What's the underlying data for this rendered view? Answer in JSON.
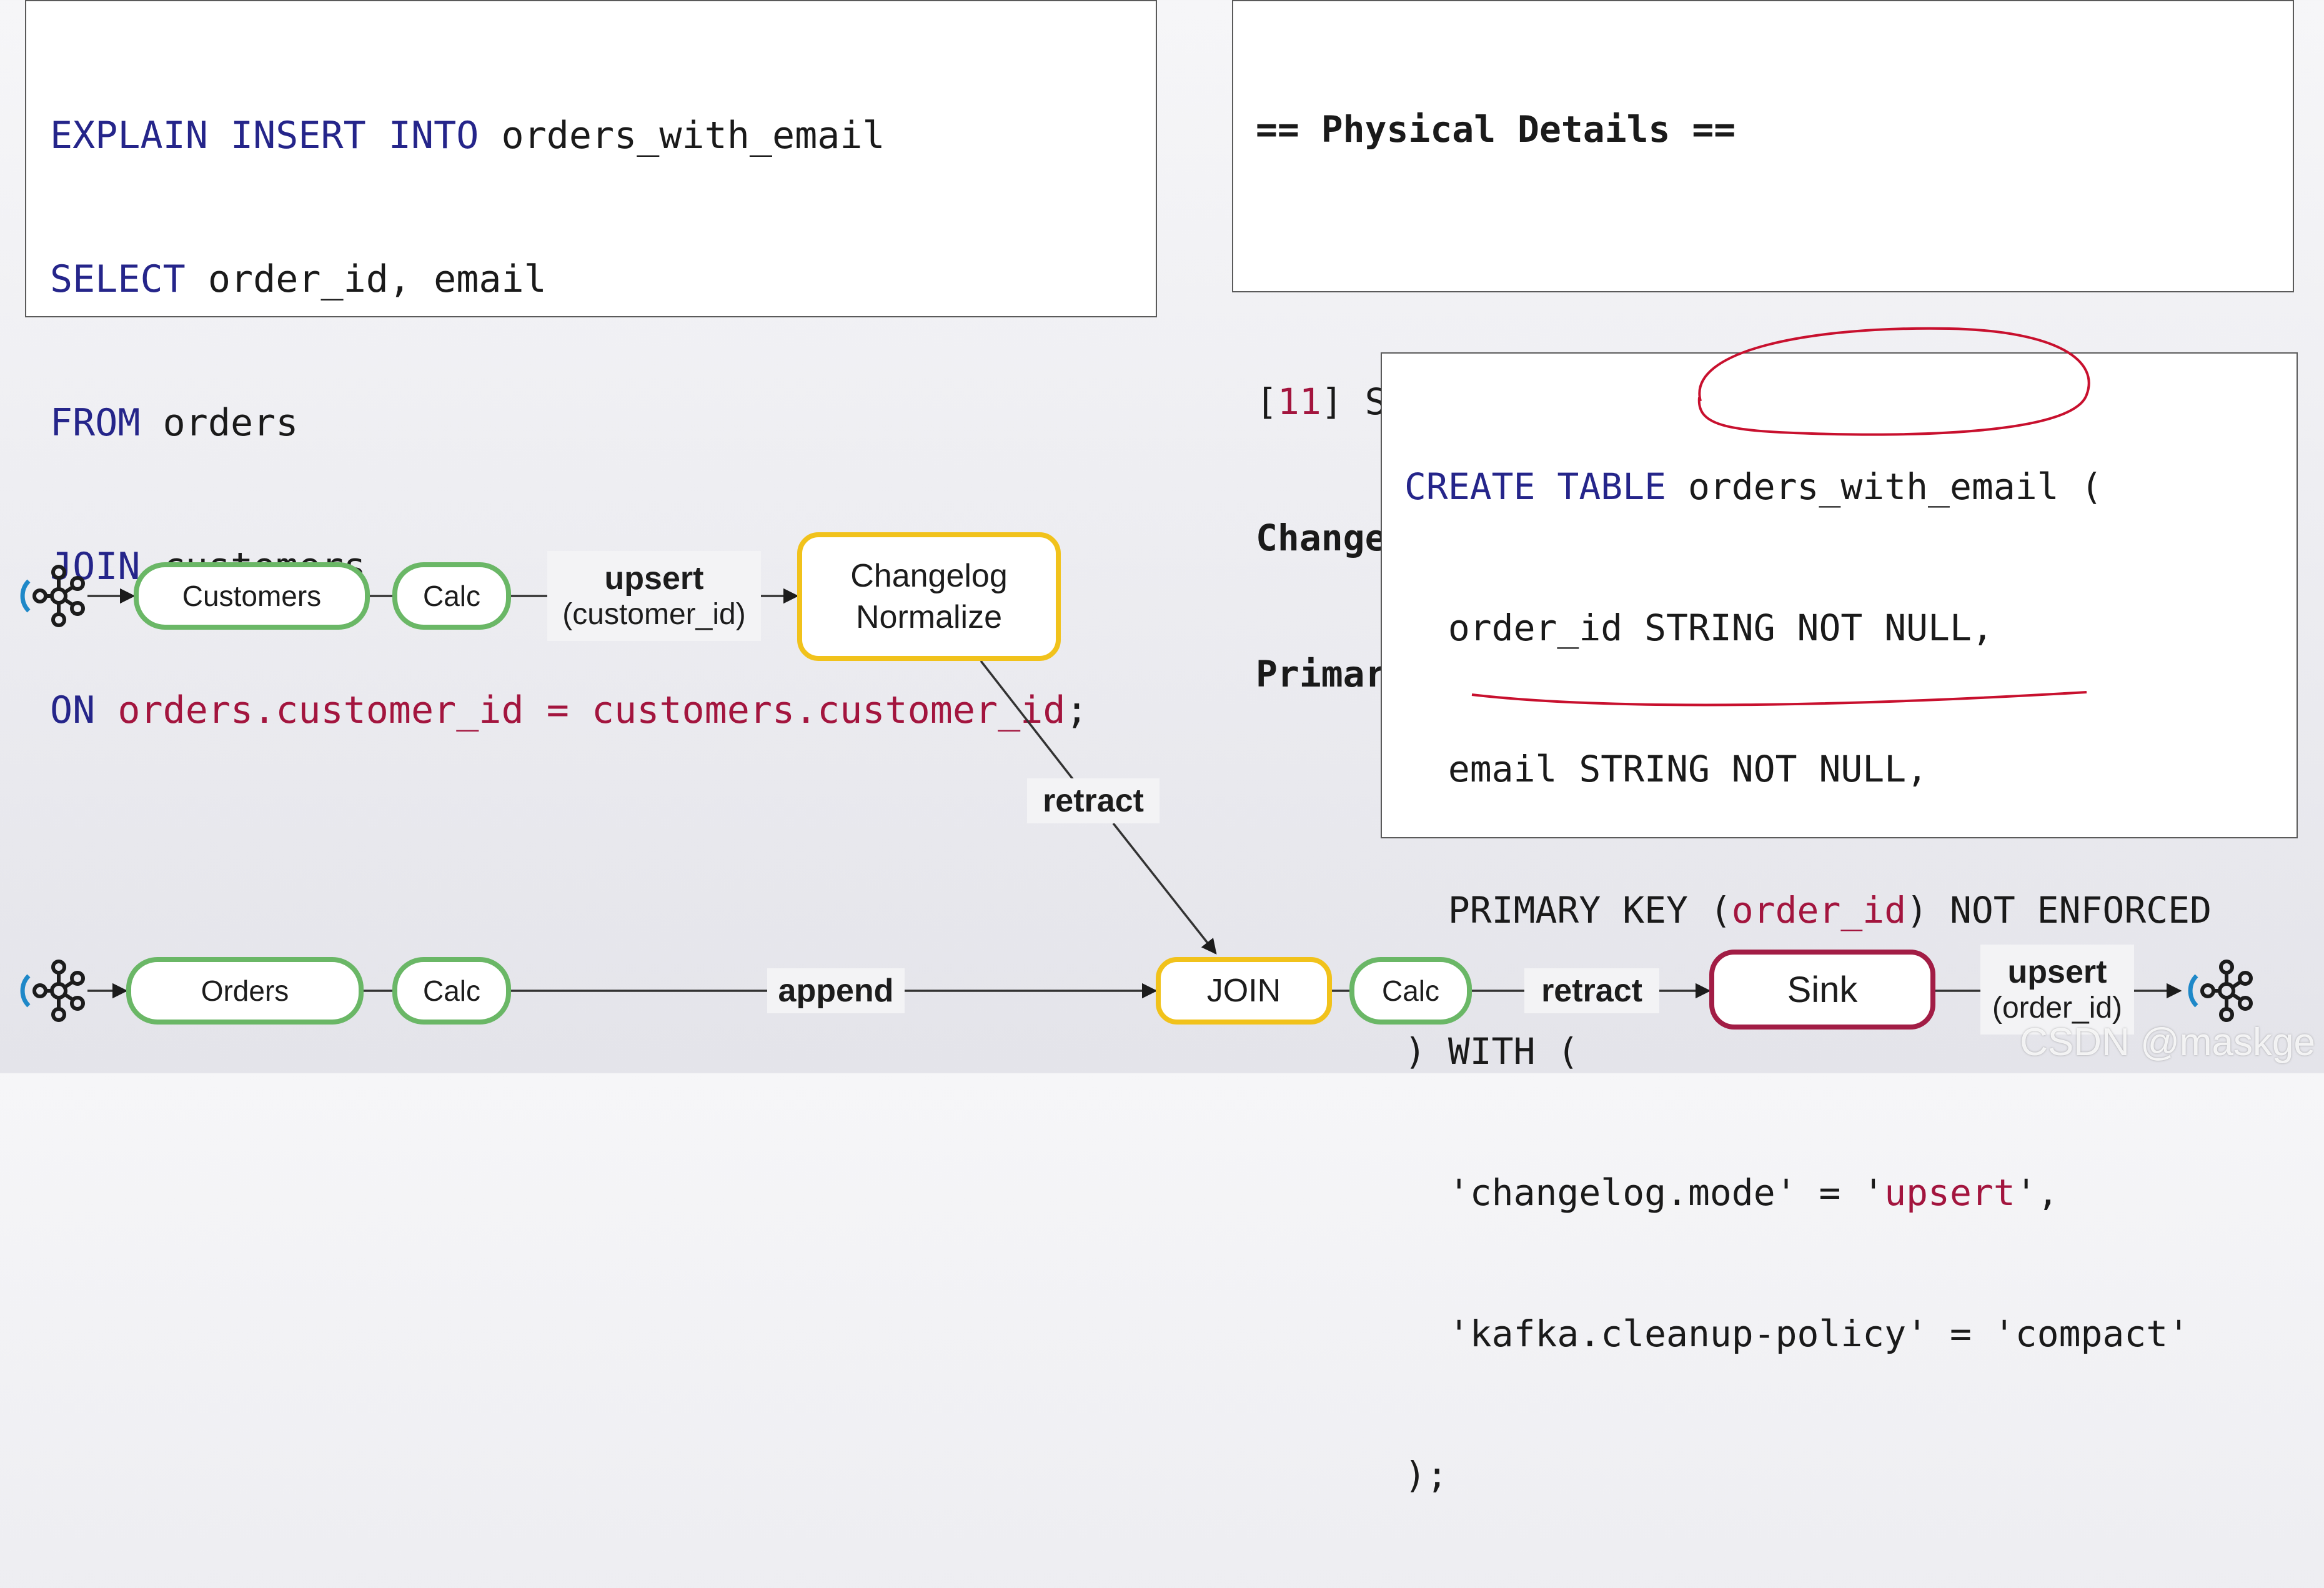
{
  "sql_query": {
    "line1": {
      "kw": "EXPLAIN INSERT INTO",
      "rest": " orders_with_email"
    },
    "line2": {
      "kw": "SELECT",
      "rest": " order_id, email"
    },
    "line3": {
      "kw": "FROM",
      "rest": " orders"
    },
    "line4": {
      "kw": "JOIN",
      "rest": " customers"
    },
    "line5": {
      "kw": "ON",
      "rest": " orders.customer_id = customers.customer_id",
      "end": ";"
    }
  },
  "physical_details": {
    "header": "== Physical Details ==",
    "sink_open": "[",
    "sink_num": "11",
    "sink_close": "] StreamSink",
    "changelog": "Changelog mode: upsert",
    "primary_key": "Primary key: (order_id)"
  },
  "create_table": {
    "l1_kw": "CREATE TABLE",
    "l1_name": " orders_with_email",
    "l1_end": " (",
    "l2": "  order_id STRING NOT NULL,",
    "l3": "  email STRING NOT NULL,",
    "l4_a": "  PRIMARY KEY (",
    "l4_b": "order_id",
    "l4_c": ") NOT ENFORCED",
    "l5": ") WITH (",
    "l6_a": "  'changelog.mode' = '",
    "l6_b": "upsert",
    "l6_c": "',",
    "l7": "  'kafka.cleanup-policy' = 'compact'",
    "l8": ");"
  },
  "diagram": {
    "customers": "Customers",
    "calc_top": "Calc",
    "upsert_top_bold": "upsert",
    "upsert_top_key": "(customer_id)",
    "changelog_normalize_1": "Changelog",
    "changelog_normalize_2": "Normalize",
    "retract_diag": "retract",
    "orders": "Orders",
    "calc_bottom_left": "Calc",
    "append": "append",
    "join": "JOIN",
    "calc_bottom_right": "Calc",
    "retract_bottom": "retract",
    "sink": "Sink",
    "upsert_bottom_bold": "upsert",
    "upsert_bottom_key": "(order_id)"
  },
  "icons": [
    "kafka-icon"
  ],
  "colors": {
    "keyword": "#25258a",
    "highlight": "#a3153e",
    "source_border": "#6ab766",
    "operator_border": "#f1c21b",
    "sink_border": "#a21d45",
    "annotation": "#c8102e"
  },
  "watermark": "CSDN @maskge"
}
